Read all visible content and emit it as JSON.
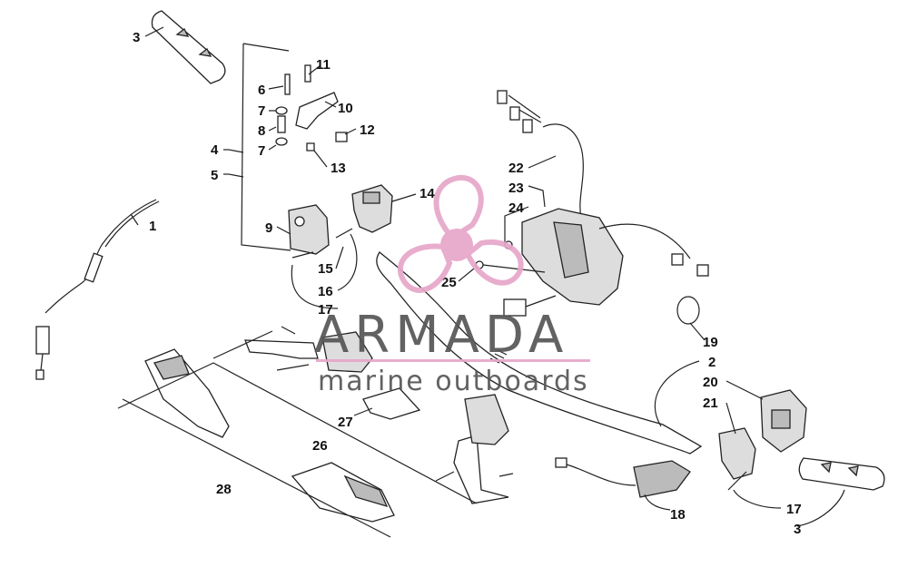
{
  "watermark": {
    "brand": "ARMADA",
    "tagline": "marine outboards",
    "brand_color": "#555555",
    "accent_color": "#e7a7c9"
  },
  "callouts": [
    {
      "id": "c3a",
      "text": "3"
    },
    {
      "id": "c6",
      "text": "6"
    },
    {
      "id": "c11",
      "text": "11"
    },
    {
      "id": "c10",
      "text": "10"
    },
    {
      "id": "c7a",
      "text": "7"
    },
    {
      "id": "c8",
      "text": "8"
    },
    {
      "id": "c12",
      "text": "12"
    },
    {
      "id": "c4",
      "text": "4"
    },
    {
      "id": "c7b",
      "text": "7"
    },
    {
      "id": "c13",
      "text": "13"
    },
    {
      "id": "c5",
      "text": "5"
    },
    {
      "id": "c22",
      "text": "22"
    },
    {
      "id": "c23",
      "text": "23"
    },
    {
      "id": "c14",
      "text": "14"
    },
    {
      "id": "c24",
      "text": "24"
    },
    {
      "id": "c1",
      "text": "1"
    },
    {
      "id": "c9",
      "text": "9"
    },
    {
      "id": "c25",
      "text": "25"
    },
    {
      "id": "c15",
      "text": "15"
    },
    {
      "id": "c16",
      "text": "16"
    },
    {
      "id": "c17a",
      "text": "17"
    },
    {
      "id": "c19",
      "text": "19"
    },
    {
      "id": "c2",
      "text": "2"
    },
    {
      "id": "c20",
      "text": "20"
    },
    {
      "id": "c21",
      "text": "21"
    },
    {
      "id": "c27",
      "text": "27"
    },
    {
      "id": "c26",
      "text": "26"
    },
    {
      "id": "c28",
      "text": "28"
    },
    {
      "id": "c17b",
      "text": "17"
    },
    {
      "id": "c18",
      "text": "18"
    },
    {
      "id": "c3b",
      "text": "3"
    }
  ]
}
